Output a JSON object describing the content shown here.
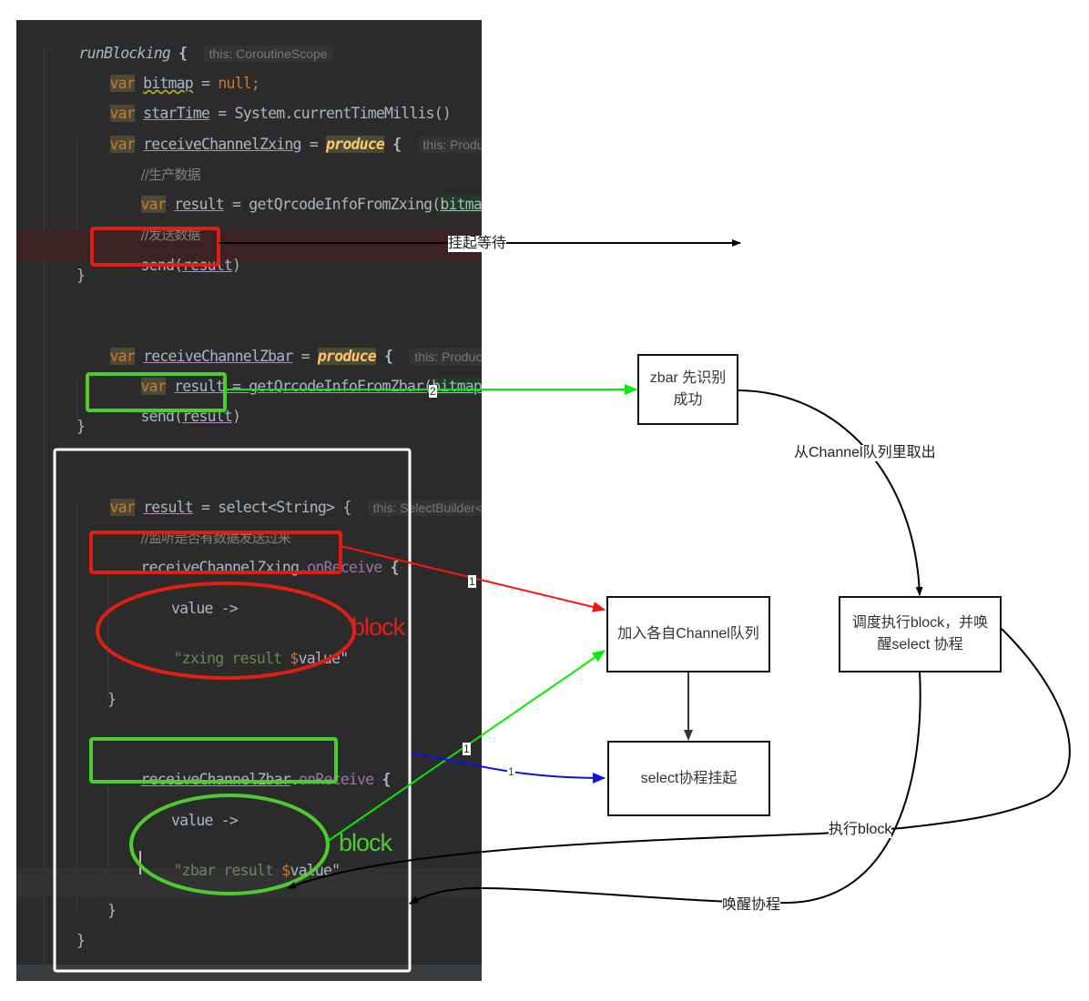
{
  "code": {
    "run_blocking": "runBlocking",
    "brace_open": " {",
    "hint_coroutine_scope": "this: CoroutineScope",
    "kw_var": "var",
    "bitmap_name": "bitmap",
    "bitmap_rest": " = ",
    "null_kw": "null",
    "semicolon": ";",
    "startime_name": "starTime",
    "startime_rest": " = System.currentTimeMillis()",
    "zxing_channel": "receiveChannelZxing",
    "eq": " = ",
    "produce": "produce",
    "hint_producer_scope": "this: ProducerScope",
    "comment_produce": "//生产数据",
    "result_name": "result",
    "zxing_call": " = getQrcodeInfoFromZxing(",
    "bitmap_arg": "bitmap",
    "close_paren": ")",
    "comment_send": "//发送数据",
    "send_open": "send(",
    "close_brace": "}",
    "zbar_channel": "receiveChannelZbar",
    "hint_producer_scope_trunc": "this: ProducerScope<",
    "zbar_call": "result = getQrcodeInfoFromZbar(",
    "select_rest": " = select<String> {",
    "hint_select_builder": "this: SelectBuilder<String>",
    "comment_listen": "//监听是否有数据发送过来",
    "dot": ".",
    "on_receive": "onReceive",
    "value_arrow": "value ->",
    "zxing_str_open": "\"zxing result ",
    "zbar_str_open": "\"zbar result ",
    "dollar": "$",
    "value_close": "value\""
  },
  "annotations": {
    "block_red": "block",
    "block_green": "block"
  },
  "diagram": {
    "boxes": {
      "zbar_first": "zbar 先识别成功",
      "join_queue": "加入各自Channel队列",
      "dispatch": "调度执行block，并唤醒select 协程",
      "select_suspend": "select协程挂起"
    },
    "edge_labels": {
      "suspend_wait": "挂起等待",
      "take_from_channel": "从Channel队列里取出",
      "exec_block": "执行block",
      "wake_coroutine": "唤醒协程"
    },
    "step_numbers": {
      "zbar_send": "2",
      "zxing_receive": "1",
      "zbar_block": "1",
      "select_suspend": "1"
    }
  },
  "colors": {
    "red": "#e0201a",
    "green": "#4ccc2f",
    "bright_green": "#00ee00",
    "blue": "#1010e0",
    "editor_bg": "#2b2b2b"
  }
}
